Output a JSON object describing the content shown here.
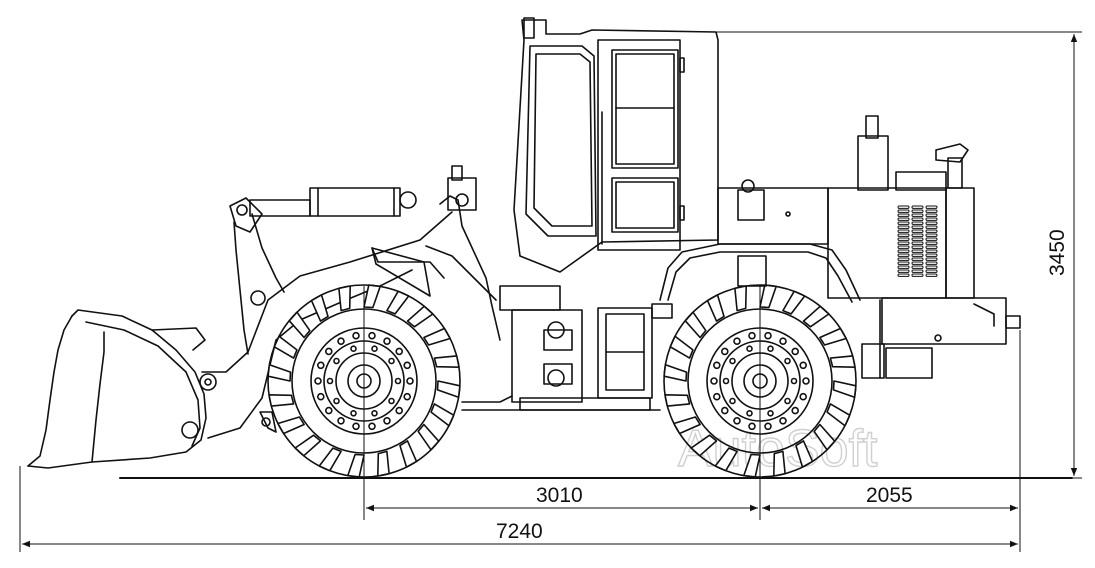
{
  "dimensions": {
    "wheelbase": "3010",
    "rear_overhang": "2055",
    "overall_length": "7240",
    "overall_height": "3450"
  },
  "watermark": "AutoSoft",
  "colors": {
    "line": "#111111",
    "background": "#ffffff",
    "watermark": "#d0d0d0"
  }
}
